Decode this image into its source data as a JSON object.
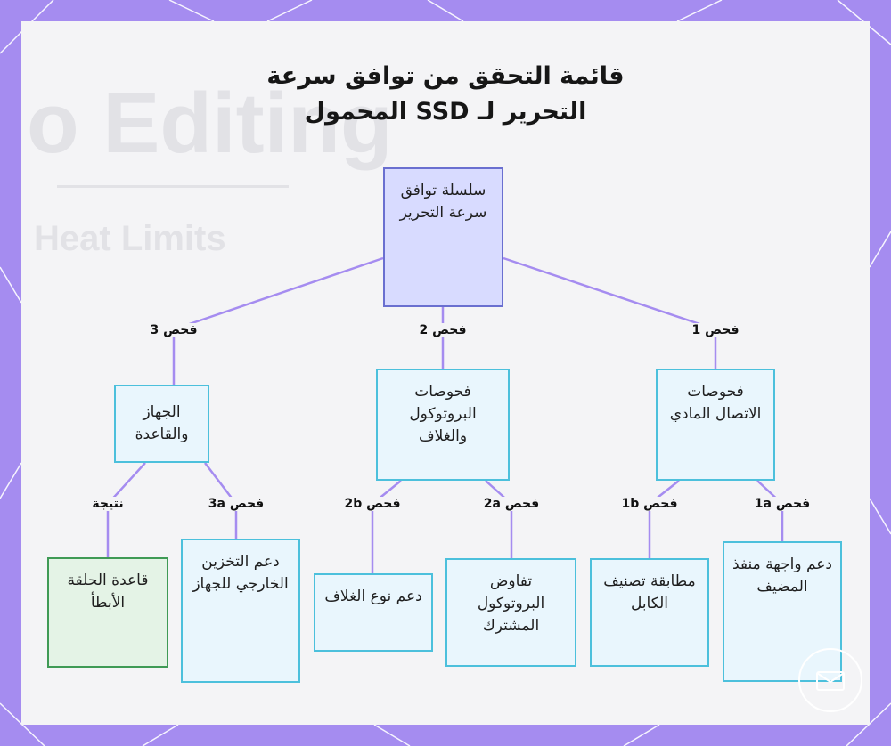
{
  "title": "قائمة التحقق من توافق سرعة التحرير لـ SSD المحمول",
  "background_text": {
    "big": "o Editing",
    "small": "Heat Limits"
  },
  "nodes": {
    "root": "سلسلة توافق سرعة التحرير",
    "physical": "فحوصات الاتصال المادي",
    "protocol": "فحوصات البروتوكول والغلاف",
    "device": "الجهاز والقاعدة",
    "host_port": "دعم واجهة منفذ المضيف",
    "cable": "مطابقة تصنيف الكابل",
    "shared_protocol": "تفاوض البروتوكول المشترك",
    "enclosure": "دعم نوع الغلاف",
    "external_storage": "دعم التخزين الخارجي للجهاز",
    "slowest_link": "قاعدة الحلقة الأبطأ"
  },
  "edge_labels": {
    "check1": "فحص 1",
    "check2": "فحص 2",
    "check3": "فحص 3",
    "check1a": "فحص 1a",
    "check1b": "فحص 1b",
    "check2a": "فحص 2a",
    "check2b": "فحص 2b",
    "check3a": "فحص 3a",
    "result": "نتيجة"
  },
  "colors": {
    "frame": "#a58cf0",
    "connector": "#a58cf0",
    "root_fill": "#d8dbff",
    "node_fill": "#e9f6fd",
    "node_border": "#4cc0dc",
    "result_fill": "#e4f3e6",
    "result_border": "#3f9a55"
  },
  "icons": [
    "logo-badge-icon"
  ]
}
